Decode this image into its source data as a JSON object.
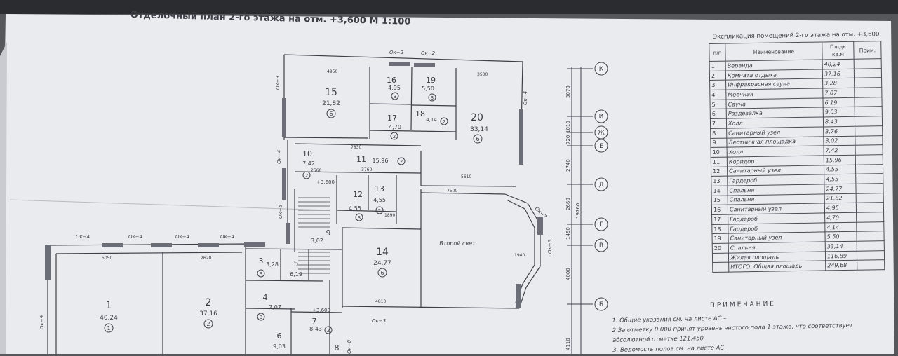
{
  "drawing": {
    "title": "Отделочный план 2-го этажа на отм. +3,600 М 1:100",
    "rooms": [
      {
        "num": "1",
        "area": "40,24",
        "type": "1"
      },
      {
        "num": "2",
        "area": "37,16",
        "type": "2"
      },
      {
        "num": "3",
        "area": "3,28",
        "type": "3"
      },
      {
        "num": "4",
        "area": "7,07",
        "type": "3"
      },
      {
        "num": "5",
        "area": "6,19",
        "type": ""
      },
      {
        "num": "6",
        "area": "9,03",
        "type": ""
      },
      {
        "num": "7",
        "area": "8,43",
        "type": "2"
      },
      {
        "num": "8",
        "area": "",
        "type": ""
      },
      {
        "num": "9",
        "area": "3,02",
        "type": ""
      },
      {
        "num": "10",
        "area": "7,42",
        "type": "2"
      },
      {
        "num": "11",
        "area": "15,96",
        "type": "2"
      },
      {
        "num": "12",
        "area": "4,55",
        "type": "3"
      },
      {
        "num": "13",
        "area": "4,55",
        "type": "2"
      },
      {
        "num": "14",
        "area": "24,77",
        "type": "6"
      },
      {
        "num": "15",
        "area": "21,82",
        "type": "6"
      },
      {
        "num": "16",
        "area": "4,95",
        "type": "3"
      },
      {
        "num": "17",
        "area": "4,70",
        "type": "2"
      },
      {
        "num": "18",
        "area": "4,14",
        "type": "2"
      },
      {
        "num": "19",
        "area": "5,50",
        "type": "3"
      },
      {
        "num": "20",
        "area": "33,14",
        "type": "6"
      }
    ],
    "second_light": "Второй свет",
    "level_mark": "+3,600",
    "axes_letters": [
      "К",
      "И",
      "Ж",
      "Е",
      "Д",
      "Г",
      "В",
      "Б"
    ],
    "axis_dims": [
      "3070",
      "1010",
      "720",
      "2740",
      "2660",
      "1450",
      "4000",
      "4110"
    ],
    "overall_dim": "19760",
    "windows": [
      "Ок−2",
      "Ок−2",
      "Ок−3",
      "Ок−4",
      "Ок−4",
      "Ок−4",
      "Ок−4",
      "Ок−4",
      "Ок−4",
      "Ок−5",
      "Ок−6",
      "Ок−7",
      "Ок−8",
      "Ок−9",
      "Ок−3"
    ],
    "dims": {
      "d4950": "4950",
      "d3500": "3500",
      "d5610": "5610",
      "d7830": "7830",
      "d7500": "7500",
      "d5050": "5050",
      "d2560": "2560",
      "d3760": "3760",
      "d1890": "1890",
      "d4810": "4810",
      "d1940": "1940",
      "d2620": "2620"
    }
  },
  "explication": {
    "title": "Экспликация помещений 2-го этажа на отм. +3,600",
    "headers": {
      "num": "п/п",
      "name": "Наименование",
      "area": "Пл-дь кв.м",
      "note": "Прим."
    },
    "rows": [
      {
        "num": "1",
        "name": "Веранда",
        "area": "40,24"
      },
      {
        "num": "2",
        "name": "Комната отдыха",
        "area": "37,16"
      },
      {
        "num": "3",
        "name": "Инфракрасная сауна",
        "area": "3,28"
      },
      {
        "num": "4",
        "name": "Моечная",
        "area": "7,07"
      },
      {
        "num": "5",
        "name": "Сауна",
        "area": "6,19"
      },
      {
        "num": "6",
        "name": "Раздевалка",
        "area": "9,03"
      },
      {
        "num": "7",
        "name": "Холл",
        "area": "8,43"
      },
      {
        "num": "8",
        "name": "Санитарный узел",
        "area": "3,76"
      },
      {
        "num": "9",
        "name": "Лестничная площадка",
        "area": "3,02"
      },
      {
        "num": "10",
        "name": "Холл",
        "area": "7,42"
      },
      {
        "num": "11",
        "name": "Коридор",
        "area": "15,96"
      },
      {
        "num": "12",
        "name": "Санитарный узел",
        "area": "4,55"
      },
      {
        "num": "13",
        "name": "Гардероб",
        "area": "4,55"
      },
      {
        "num": "14",
        "name": "Спальня",
        "area": "24,77"
      },
      {
        "num": "15",
        "name": "Спальня",
        "area": "21,82"
      },
      {
        "num": "16",
        "name": "Санитарный узел",
        "area": "4,95"
      },
      {
        "num": "17",
        "name": "Гардероб",
        "area": "4,70"
      },
      {
        "num": "18",
        "name": "Гардероб",
        "area": "4,14"
      },
      {
        "num": "19",
        "name": "Санитарный узел",
        "area": "5,50"
      },
      {
        "num": "20",
        "name": "Спальня",
        "area": "33,14"
      }
    ],
    "living_area_label": "Жилая площадь",
    "living_area_value": "116,89",
    "total_label": "ИТОГО: Общая площадь",
    "total_value": "249,68"
  },
  "notes": {
    "title": "ПРИМЕЧАНИЕ",
    "lines": [
      "1. Общие указания см. на листе АС –",
      "2 За отметку 0.000 принят уровень чистого пола 1 этажа, что соответствует",
      "абсолютной отметке 121.450",
      "3. Ведомость полов см. на листе АС–"
    ]
  },
  "colors": {
    "paper": "#e9ebef",
    "line": "#3d4048",
    "wall_hatch": "#6b6e76",
    "background": "#55575a"
  }
}
